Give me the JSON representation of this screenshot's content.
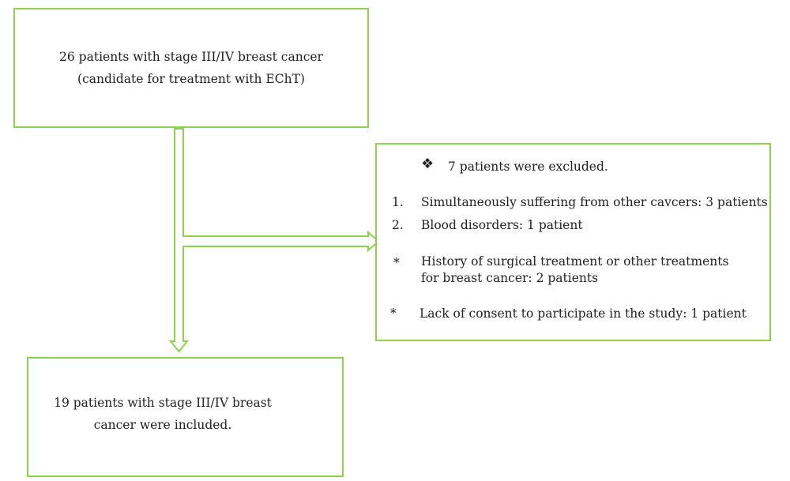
{
  "top_box": {
    "line1": "26 patients with stage III/IV breast cancer",
    "line2": "(candidate for treatment with EChT)"
  },
  "exclusion_box": {
    "bullet_symbol": "❖",
    "heading": "7 patients were excluded.",
    "items": [
      {
        "marker": "1.",
        "text": "Simultaneously suffering from other cavcers: 3 patients"
      },
      {
        "marker": "2.",
        "text": "Blood disorders: 1 patient"
      },
      {
        "marker": "*",
        "line1": "History of surgical treatment or other treatments",
        "line2": "for breast cancer: 2 patients"
      },
      {
        "marker": "*",
        "text": "Lack of consent to participate in the study: 1 patient"
      }
    ]
  },
  "bottom_box": {
    "line1": "19 patients with stage III/IV breast",
    "line2": "cancer were included."
  },
  "colors": {
    "border": "#8fd14f",
    "text": "#222222"
  }
}
